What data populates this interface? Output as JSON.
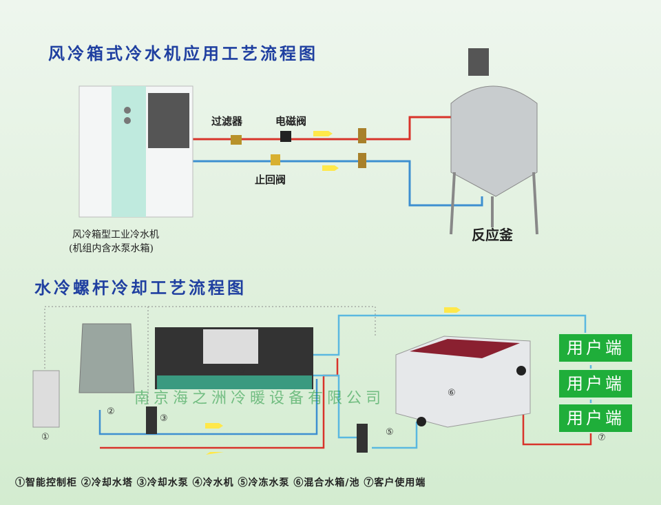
{
  "top": {
    "title": "风冷箱式冷水机应用工艺流程图",
    "filter": "过滤器",
    "solenoid": "电磁阀",
    "check_valve": "止回阀",
    "chiller_caption_1": "风冷箱型工业冷水机",
    "chiller_caption_2": "(机组内含水泵水箱)",
    "reactor": "反应釜"
  },
  "bottom": {
    "title": "水冷螺杆冷却工艺流程图",
    "user_terminals": [
      "用户端",
      "用户端",
      "用户端"
    ],
    "numbers": [
      "①",
      "②",
      "③",
      "④",
      "⑤",
      "⑥",
      "⑦"
    ],
    "watermark": "南京海之洲冷暖设备有限公司"
  },
  "legend": "①智能控制柜 ②冷却水塔 ③冷却水泵 ④冷水机 ⑤冷冻水泵 ⑥混合水箱/池 ⑦客户使用端",
  "colors": {
    "hot_pipe": "#d8332a",
    "cold_pipe": "#3d8fd0",
    "title": "#1f3fa0",
    "user_box": "#1fae3a"
  }
}
